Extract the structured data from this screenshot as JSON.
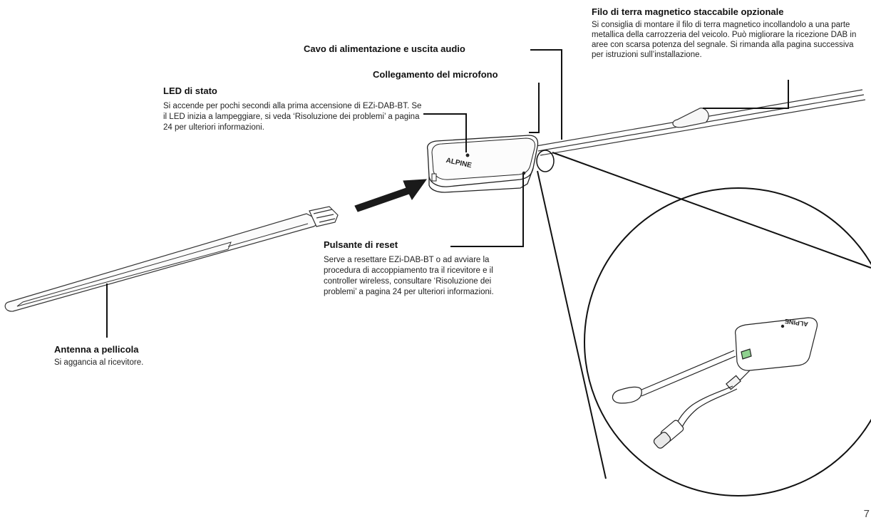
{
  "callouts": {
    "filo": {
      "title": "Filo di terra magnetico staccabile opzionale",
      "desc": "Si consiglia di montare il filo di terra magnetico incollandolo a una parte metallica della carrozzeria del veicolo. Può migliorare la ricezione DAB in aree con scarsa potenza del segnale. Si rimanda alla pagina successiva per istruzioni sull’installazione."
    },
    "cavo": {
      "title": "Cavo di alimentazione e uscita audio"
    },
    "microfono": {
      "title": "Collegamento del microfono"
    },
    "led": {
      "title": "LED di stato",
      "desc": "Si accende per pochi secondi alla prima accensione di EZi-DAB-BT. Se il LED inizia a lampeggiare, si veda ‘Risoluzione dei problemi’ a pagina 24 per ulteriori informazioni."
    },
    "reset": {
      "title": "Pulsante di reset",
      "desc": "Serve a resettare EZi-DAB-BT o ad avviare la procedura di accoppiamento tra il ricevitore e il controller wireless, consultare ‘Risoluzione dei problemi’ a pagina 24 per ulteriori informazioni."
    },
    "antenna": {
      "title": "Antenna a pellicola",
      "desc": "Si aggancia al ricevitore."
    }
  },
  "device": {
    "brand_logo": "ALPINE"
  },
  "page_number": "7"
}
